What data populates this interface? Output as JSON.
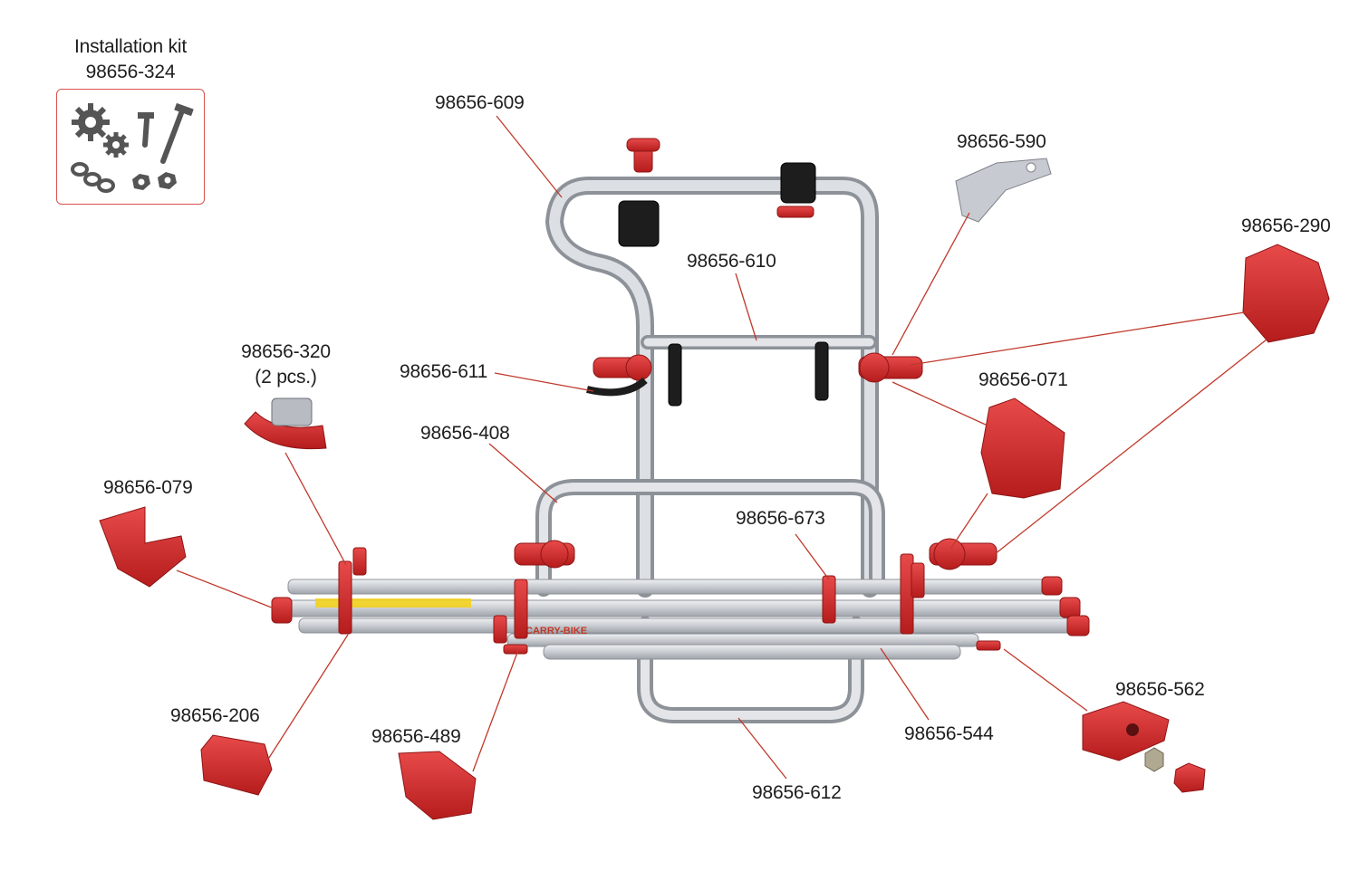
{
  "kit": {
    "title": "Installation kit",
    "code": "98656-324"
  },
  "labels": {
    "p609": "98656-609",
    "p590": "98656-590",
    "p290": "98656-290",
    "p610": "98656-610",
    "p320": "98656-320",
    "p320_qty": "(2 pcs.)",
    "p611": "98656-611",
    "p071": "98656-071",
    "p408": "98656-408",
    "p079": "98656-079",
    "p673": "98656-673",
    "p562": "98656-562",
    "p206": "98656-206",
    "p489": "98656-489",
    "p544": "98656-544",
    "p612": "98656-612"
  },
  "colors": {
    "part_red": "#d42a2a",
    "leader_line": "#c0392b",
    "aluminium": "#c9ccd1",
    "kit_border": "#d9534f"
  },
  "icons": [
    "gear-icon",
    "screw-icon",
    "chain-icon",
    "nut-icon"
  ]
}
